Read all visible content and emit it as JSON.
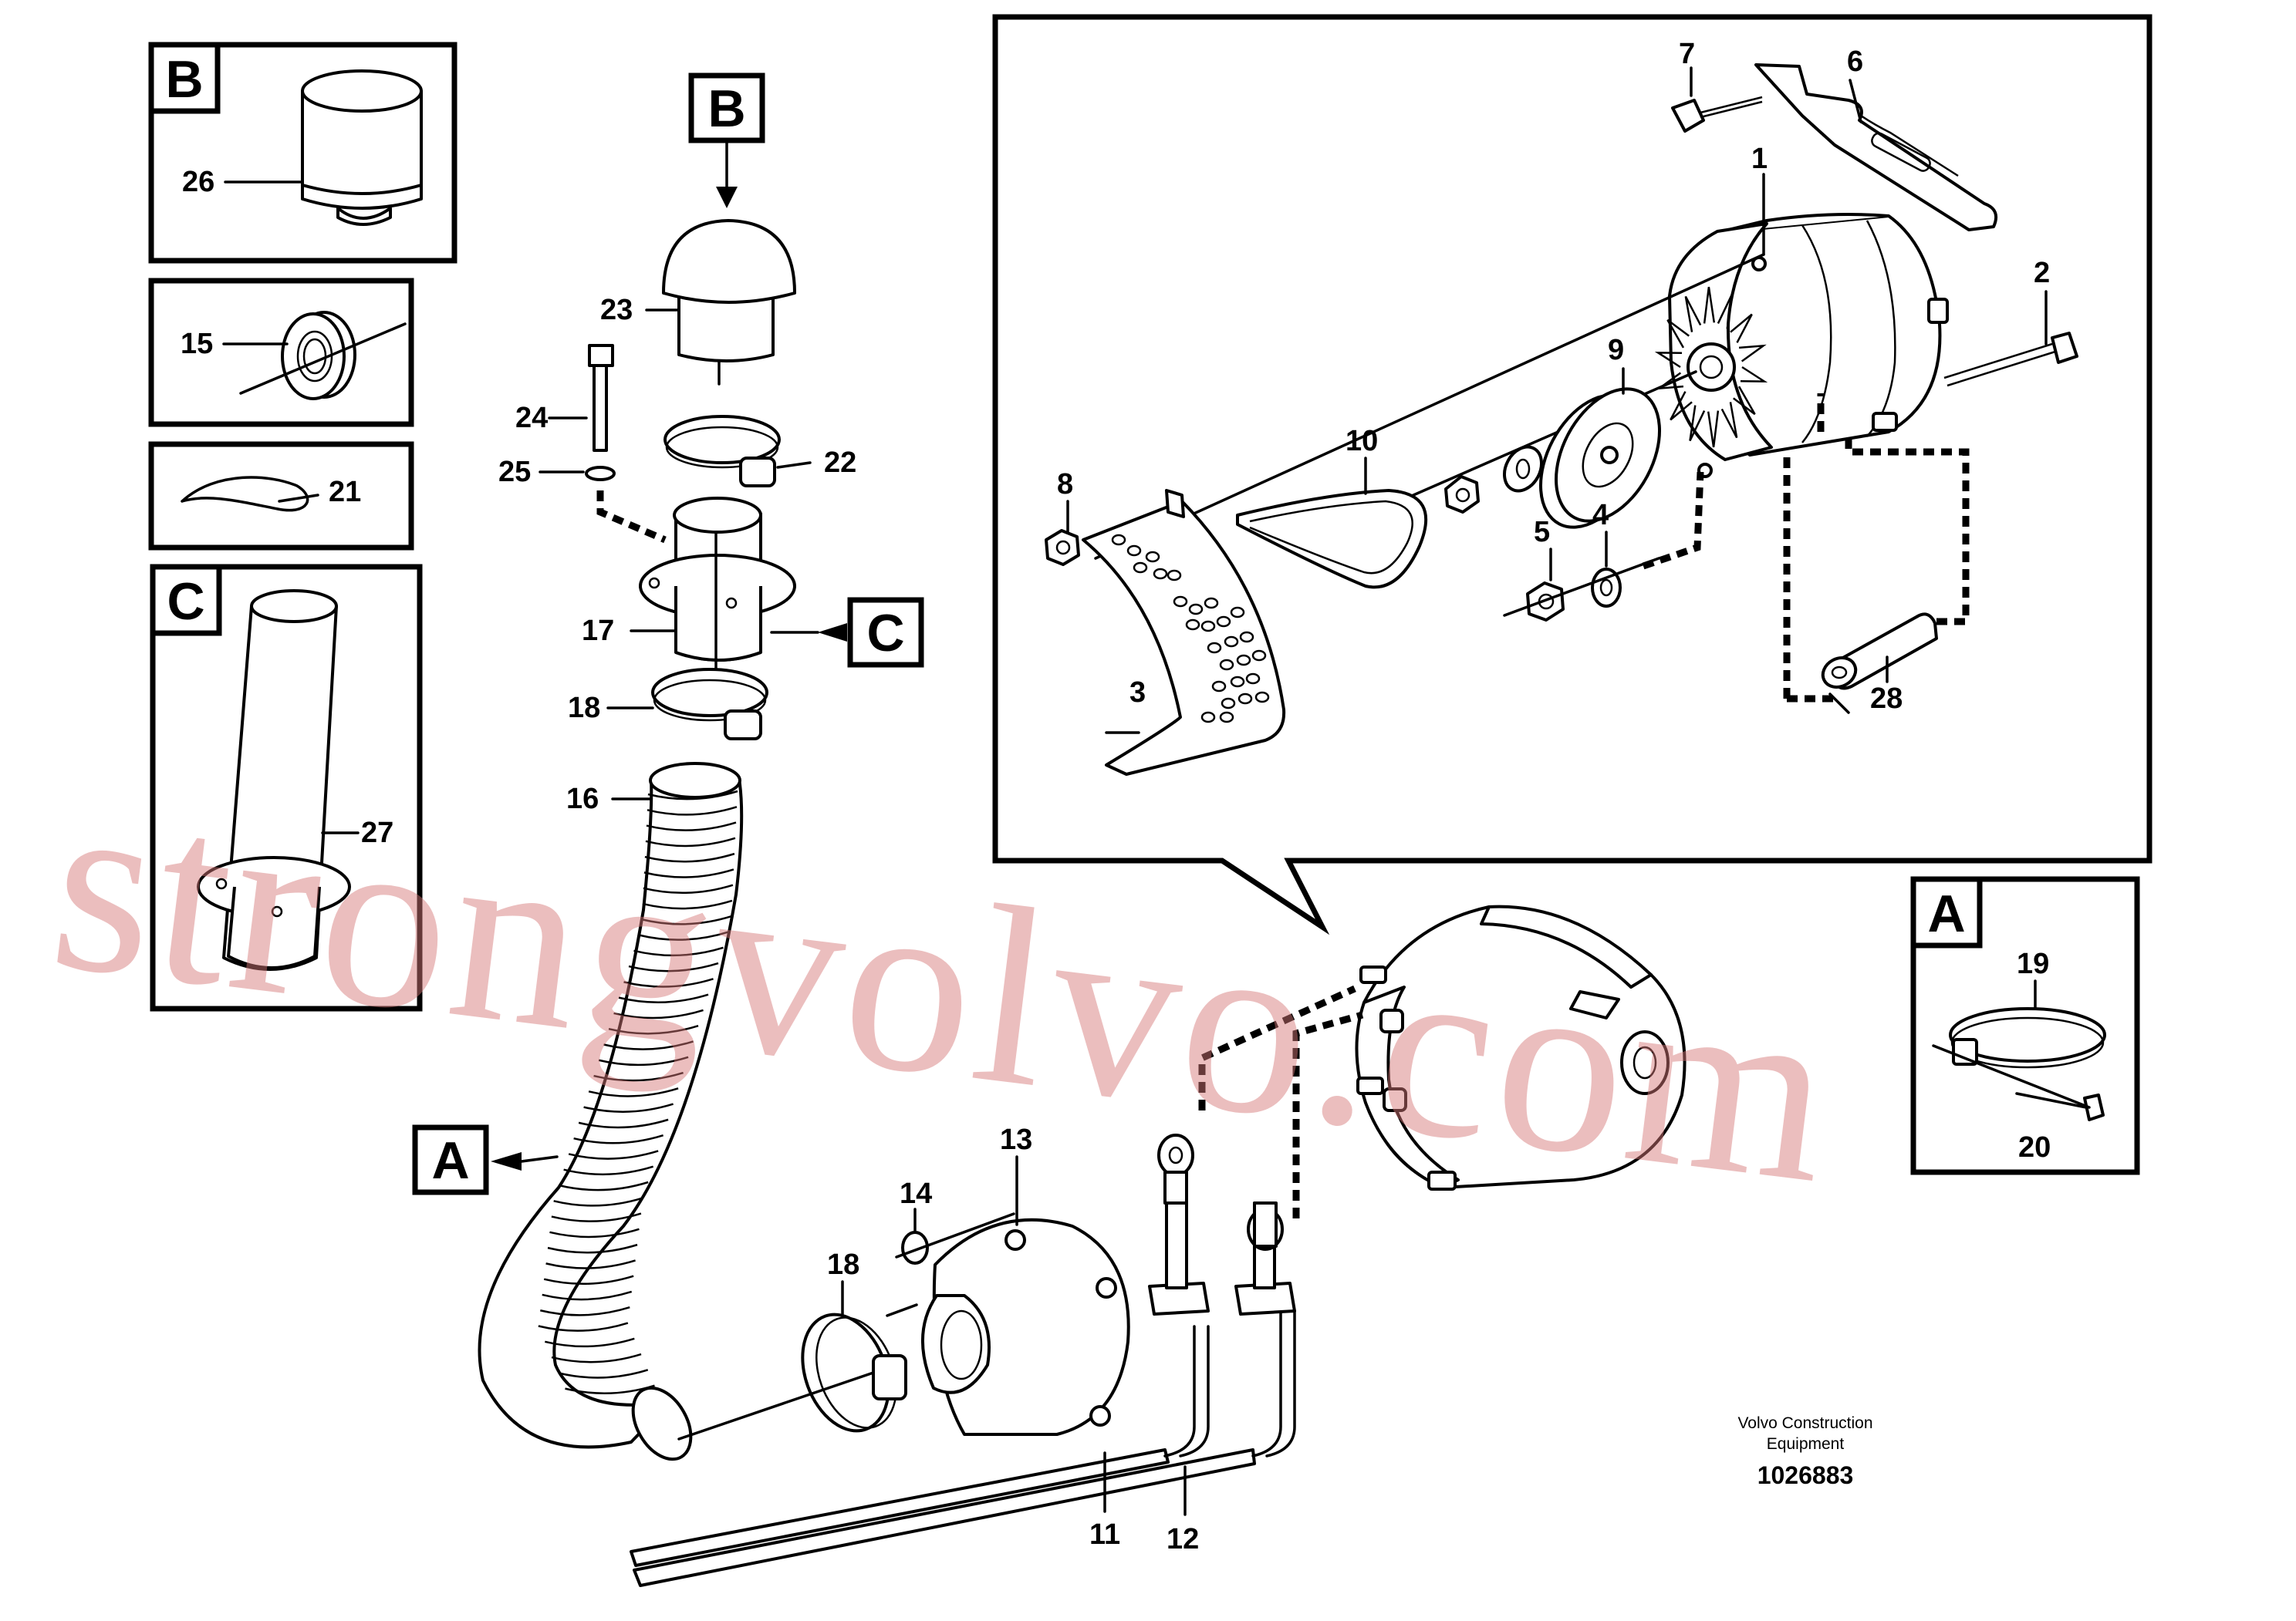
{
  "letters": {
    "A": "A",
    "B": "B",
    "C": "C"
  },
  "labels": {
    "p1": "1",
    "p2": "2",
    "p3": "3",
    "p4": "4",
    "p5": "5",
    "p6": "6",
    "p7": "7",
    "p8": "8",
    "p9": "9",
    "p10": "10",
    "p11": "11",
    "p12": "12",
    "p13": "13",
    "p14": "14",
    "p15": "15",
    "p16": "16",
    "p17": "17",
    "p18a": "18",
    "p18b": "18",
    "p19": "19",
    "p20": "20",
    "p21": "21",
    "p22": "22",
    "p23": "23",
    "p24": "24",
    "p25": "25",
    "p26": "26",
    "p27": "27",
    "p28": "28"
  },
  "caption": {
    "line1": "Volvo Construction",
    "line2": "Equipment"
  },
  "doc_number": "1026883",
  "watermark": "strongvolvo.com"
}
